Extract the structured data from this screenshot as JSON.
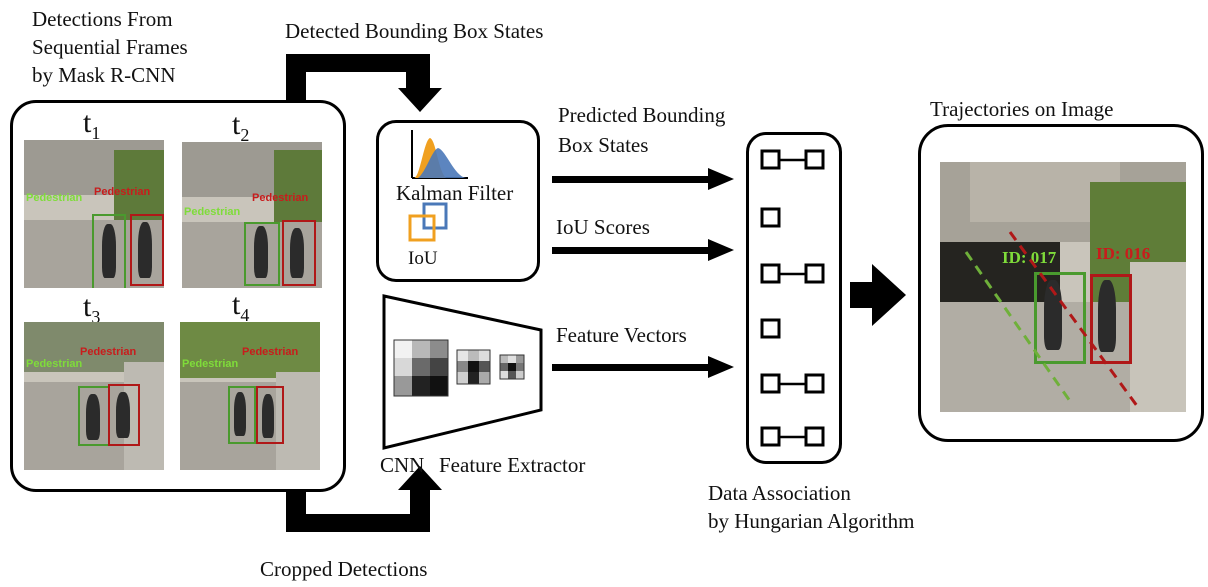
{
  "labels": {
    "detections_title": [
      "Detections From",
      "Sequential Frames",
      "by Mask R-CNN"
    ],
    "detected_states": "Detected Bounding Box States",
    "cropped_detections": "Cropped Detections",
    "kalman_filter": "Kalman Filter",
    "iou": "IoU",
    "cnn": "CNN",
    "feature_extractor": "Feature Extractor",
    "predicted_states": [
      "Predicted Bounding",
      "Box States"
    ],
    "iou_scores": "IoU Scores",
    "feature_vectors": "Feature Vectors",
    "data_association": [
      "Data Association",
      "by Hungarian Algorithm"
    ],
    "trajectories": "Trajectories on Image"
  },
  "frames": [
    {
      "t": "t",
      "sub": "1",
      "green_label": "Pedestrian",
      "red_label": "Pedestrian"
    },
    {
      "t": "t",
      "sub": "2",
      "green_label": "Pedestrian",
      "red_label": "Pedestrian"
    },
    {
      "t": "t",
      "sub": "3",
      "green_label": "Pedestrian",
      "red_label": "Pedestrian"
    },
    {
      "t": "t",
      "sub": "4",
      "green_label": "Pedestrian",
      "red_label": "Pedestrian"
    }
  ],
  "trajectory_ids": {
    "green": "ID: 017",
    "red": "ID: 016"
  },
  "colors": {
    "green": "#4a9a2e",
    "green_text": "#7fdc3a",
    "red": "#b01818",
    "orange": "#f0a020",
    "blue": "#4a78b8"
  },
  "association_rows": [
    "pair",
    "single",
    "pair",
    "single",
    "pair",
    "pair"
  ]
}
